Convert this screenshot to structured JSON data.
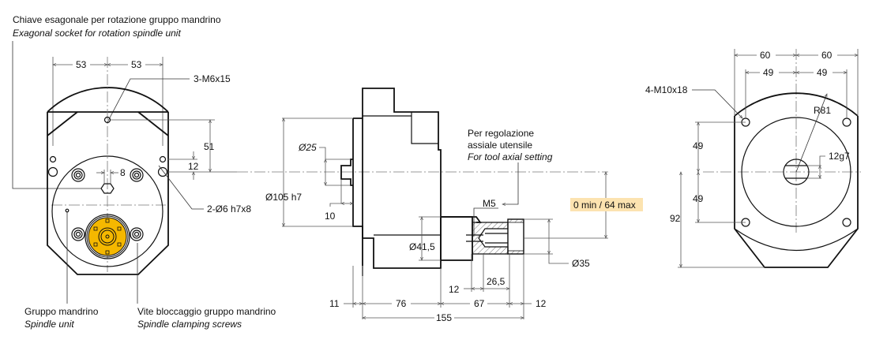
{
  "front_view": {
    "callout_top": {
      "it": "Chiave esagonale per rotazione gruppo mandrino",
      "en": "Exagonal socket for rotation spindle unit"
    },
    "callout_spindle": {
      "it": "Gruppo mandrino",
      "en": "Spindle unit"
    },
    "callout_screws": {
      "it": "Vite bloccaggio gruppo mandrino",
      "en": "Spindle clamping screws"
    },
    "labels": {
      "threads": "3-M6x15",
      "pins": "2-Ø6 h7x8"
    },
    "dims": {
      "left_half_width": "53",
      "right_half_width": "53",
      "hole_height": "51",
      "pin_offset": "12",
      "hex_width": "8"
    },
    "spindle_color": "#f5b800"
  },
  "side_view": {
    "callout_adjust": {
      "it_line1": "Per regolazione",
      "it_line2": "assiale utensile",
      "en": "For tool axial setting"
    },
    "labels": {
      "thread": "M5",
      "range_badge": "0 min / 64 max"
    },
    "dims": {
      "pilot_dia": "Ø25",
      "body_dia": "Ø105 h7",
      "pilot_len": "10",
      "nose_dia": "Ø41,5",
      "collet_dia": "Ø35",
      "len_12a": "12",
      "len_26_5": "26,5",
      "len_11": "11",
      "len_76": "76",
      "len_67": "67",
      "len_12b": "12",
      "total_len": "155"
    },
    "badge_color": "#fce3b0"
  },
  "rear_view": {
    "labels": {
      "threads": "4-M10x18",
      "radius": "R81",
      "key": "12g7"
    },
    "dims": {
      "outer_left": "60",
      "outer_right": "60",
      "hole_left": "49",
      "hole_right": "49",
      "hole_up": "49",
      "hole_down": "49",
      "height_below": "92"
    }
  }
}
